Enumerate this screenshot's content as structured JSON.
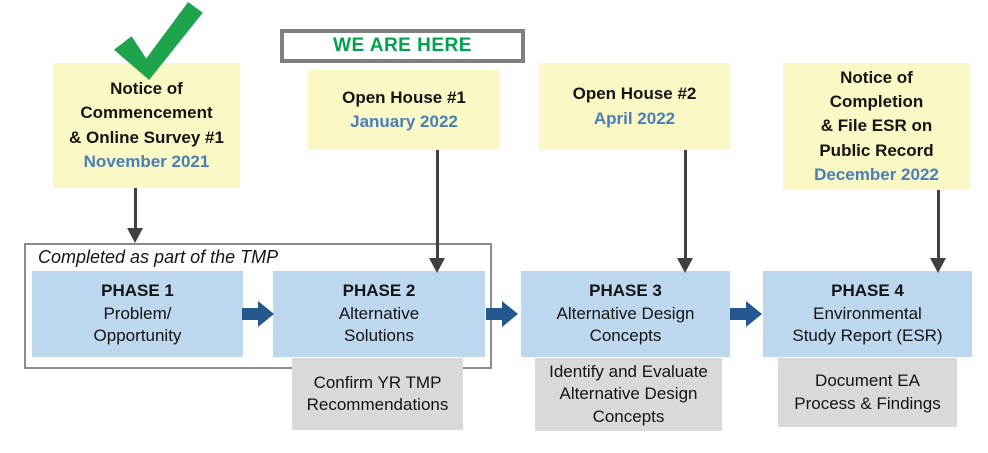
{
  "banner": {
    "label": "WE ARE HERE"
  },
  "icons": {
    "checkmark": "green-check-mark"
  },
  "milestones": [
    {
      "lines": [
        "Notice of",
        "Commencement",
        "& Online Survey #1"
      ],
      "date": "November 2021"
    },
    {
      "lines": [
        "Open House #1"
      ],
      "date": "January 2022"
    },
    {
      "lines": [
        "Open House #2"
      ],
      "date": "April 2022"
    },
    {
      "lines": [
        "Notice of",
        "Completion",
        "& File ESR on",
        "Public Record"
      ],
      "date": "December 2022"
    }
  ],
  "tmp_group": {
    "label": "Completed as part of the TMP"
  },
  "phases": [
    {
      "title": "PHASE 1",
      "subtitle_lines": [
        "Problem/",
        "Opportunity"
      ]
    },
    {
      "title": "PHASE 2",
      "subtitle_lines": [
        "Alternative",
        "Solutions"
      ],
      "note_lines": [
        "Confirm YR TMP",
        "Recommendations"
      ]
    },
    {
      "title": "PHASE 3",
      "subtitle_lines": [
        "Alternative Design",
        "Concepts"
      ],
      "note_lines": [
        "Identify and Evaluate",
        "Alternative Design",
        "Concepts"
      ]
    },
    {
      "title": "PHASE 4",
      "subtitle_lines": [
        "Environmental",
        "Study Report (ESR)"
      ],
      "note_lines": [
        "Document EA",
        "Process & Findings"
      ]
    }
  ],
  "colors": {
    "milestone_yellow": "#FAF8C5",
    "phase_blue": "#BDD7EE",
    "flow_arrow_blue": "#24578E",
    "date_blue": "#4A7EBB",
    "check_green": "#1FA44E",
    "banner_green": "#00A44F",
    "note_gray": "#D9D9D9",
    "outline_gray": "#8C8C8C",
    "drop_arrow_gray": "#404040"
  }
}
